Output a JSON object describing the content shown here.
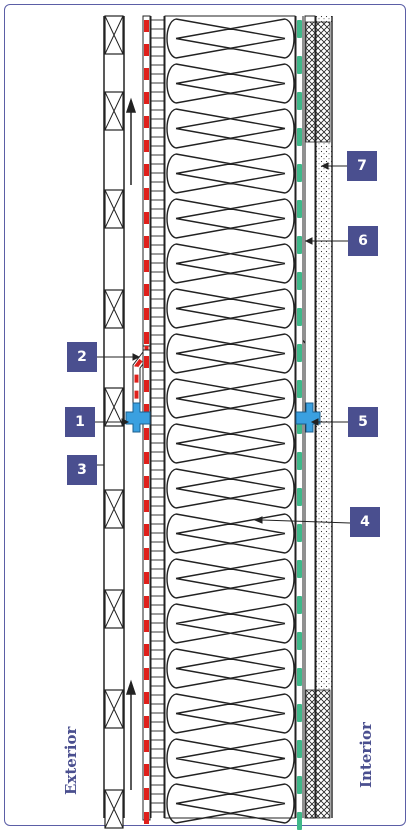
{
  "labels": {
    "exterior": "Exterior",
    "interior": "Interior"
  },
  "markers": [
    "1",
    "2",
    "3",
    "4",
    "5",
    "6",
    "7"
  ],
  "colors": {
    "marker_bg": "#4a4f8f",
    "vapor_red": "#e0201b",
    "membrane_green": "#3fb889",
    "clip_blue": "#3aa0e0",
    "line": "#222222",
    "frame": "#5b5ea6"
  }
}
